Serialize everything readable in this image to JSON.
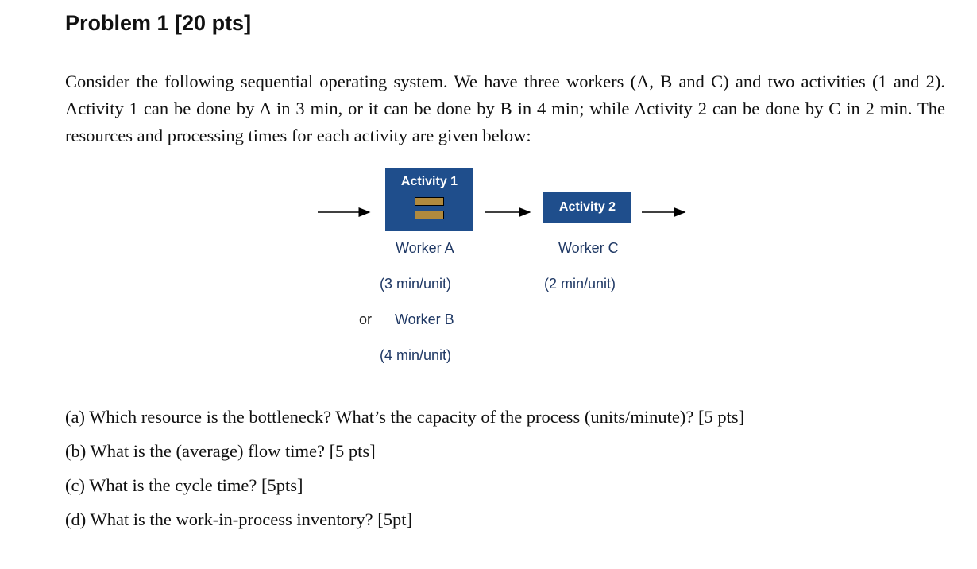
{
  "title": "Problem 1 [20 pts]",
  "intro": "Consider the following sequential operating system. We have three workers (A, B and C) and two activities (1 and 2). Activity 1 can be done by A in 3 min, or it can be done by B in 4 min; while Activity 2 can be done by C in 2 min. The resources and processing times for each activity are given below:",
  "diagram": {
    "activity1": {
      "label": "Activity 1",
      "worker_a": "Worker A",
      "time_a": "(3 min/unit)",
      "or": "or",
      "worker_b": "Worker B",
      "time_b": "(4 min/unit)"
    },
    "activity2": {
      "label": "Activity 2",
      "worker_c": "Worker C",
      "time_c": "(2 min/unit)"
    },
    "colors": {
      "box": "#1f4e8c",
      "worker_symbol": "#b08a3e",
      "label_text": "#1f3864"
    }
  },
  "questions": [
    "(a) Which resource is the bottleneck? What’s the capacity of the process (units/minute)? [5 pts]",
    "(b) What is the (average) flow time? [5 pts]",
    "(c) What is the cycle time? [5pts]",
    "(d) What is the work-in-process inventory? [5pt]"
  ]
}
